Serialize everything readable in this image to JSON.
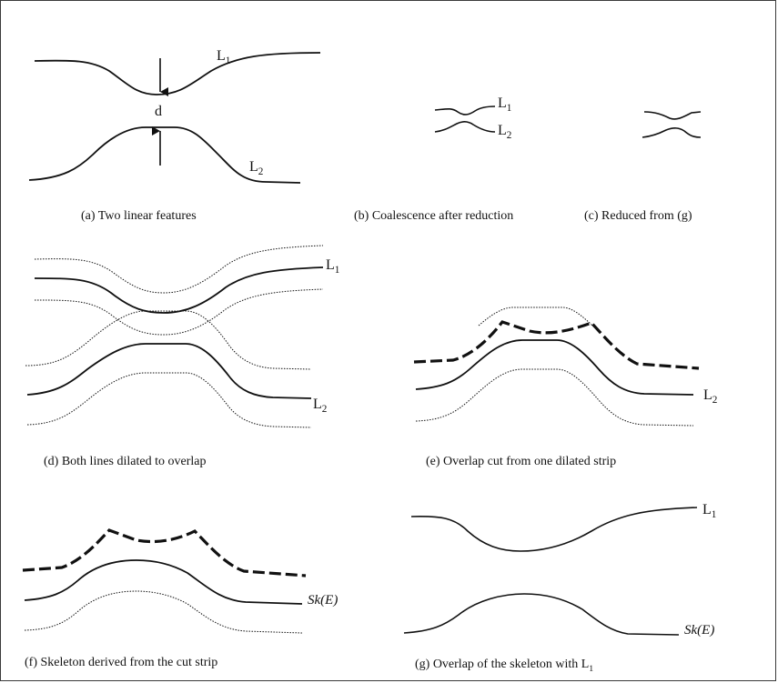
{
  "captions": {
    "a": "(a) Two linear features",
    "b": "(b) Coalescence after reduction",
    "c": "(c) Reduced from (g)",
    "d": "(d) Both lines dilated to overlap",
    "e": "(e) Overlap cut from one dilated strip",
    "f": "(f) Skeleton derived from the cut strip",
    "g_main": "(g) Overlap of the skeleton with L",
    "g_sub": "1"
  },
  "labels": {
    "L": "L",
    "one": "1",
    "two": "2",
    "d": "d",
    "sk": "Sk(E)"
  }
}
